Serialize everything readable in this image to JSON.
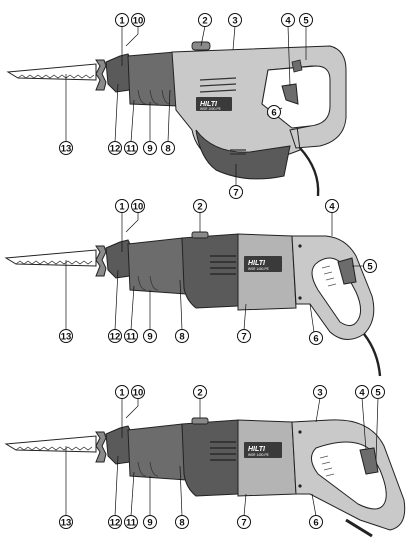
{
  "figure": {
    "views": [
      {
        "id": "view-1",
        "brand": "HILTI",
        "model": "WSR 1000-PE",
        "callouts": [
          "1",
          "10",
          "2",
          "3",
          "4",
          "5",
          "6",
          "7",
          "8",
          "9",
          "11",
          "12",
          "13"
        ]
      },
      {
        "id": "view-2",
        "brand": "HILTI",
        "model": "WSR 1400-PE",
        "callouts": [
          "1",
          "10",
          "2",
          "4",
          "5",
          "6",
          "7",
          "8",
          "9",
          "11",
          "12",
          "13"
        ]
      },
      {
        "id": "view-3",
        "brand": "HILTI",
        "model": "WSR 1400-PE",
        "callouts": [
          "1",
          "10",
          "2",
          "3",
          "4",
          "5",
          "6",
          "7",
          "8",
          "9",
          "11",
          "12",
          "13"
        ]
      }
    ]
  },
  "colors": {
    "body_dark": "#5a5a5a",
    "body_mid": "#8a8a8a",
    "body_light": "#c9c9c9",
    "grip": "#6c6c6c",
    "blade": "#ffffff",
    "outline": "#222222",
    "callout_fill": "#ffffff"
  }
}
